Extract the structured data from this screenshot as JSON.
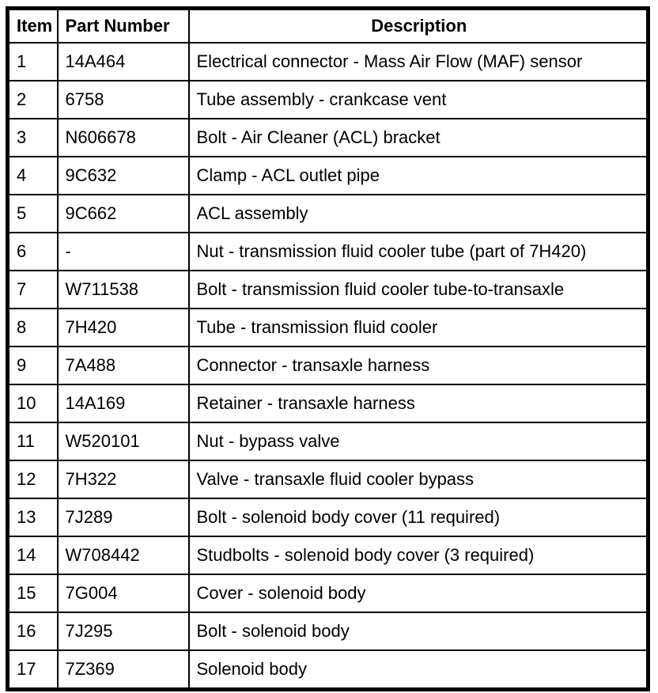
{
  "page": {
    "background_color": "#ffffff",
    "line_color": "#000000"
  },
  "table": {
    "headers": {
      "item": "Item",
      "part_number": "Part Number",
      "description": "Description"
    },
    "rows": [
      {
        "item": "1",
        "part_number": "14A464",
        "description": "Electrical connector - Mass Air Flow (MAF) sensor"
      },
      {
        "item": "2",
        "part_number": "6758",
        "description": "Tube assembly - crankcase vent"
      },
      {
        "item": "3",
        "part_number": "N606678",
        "description": "Bolt - Air Cleaner (ACL) bracket"
      },
      {
        "item": "4",
        "part_number": "9C632",
        "description": "Clamp - ACL outlet pipe"
      },
      {
        "item": "5",
        "part_number": "9C662",
        "description": "ACL assembly"
      },
      {
        "item": "6",
        "part_number": "-",
        "description": "Nut - transmission fluid cooler tube (part of 7H420)"
      },
      {
        "item": "7",
        "part_number": "W711538",
        "description": "Bolt - transmission fluid cooler tube-to-transaxle"
      },
      {
        "item": "8",
        "part_number": "7H420",
        "description": "Tube - transmission fluid cooler"
      },
      {
        "item": "9",
        "part_number": "7A488",
        "description": "Connector - transaxle harness"
      },
      {
        "item": "10",
        "part_number": "14A169",
        "description": "Retainer - transaxle harness"
      },
      {
        "item": "11",
        "part_number": "W520101",
        "description": "Nut - bypass valve"
      },
      {
        "item": "12",
        "part_number": "7H322",
        "description": "Valve - transaxle fluid cooler bypass"
      },
      {
        "item": "13",
        "part_number": "7J289",
        "description": "Bolt - solenoid body cover (11 required)"
      },
      {
        "item": "14",
        "part_number": "W708442",
        "description": "Studbolts - solenoid body cover (3 required)"
      },
      {
        "item": "15",
        "part_number": "7G004",
        "description": "Cover - solenoid body"
      },
      {
        "item": "16",
        "part_number": "7J295",
        "description": "Bolt - solenoid body"
      },
      {
        "item": "17",
        "part_number": "7Z369",
        "description": "Solenoid body"
      }
    ]
  }
}
